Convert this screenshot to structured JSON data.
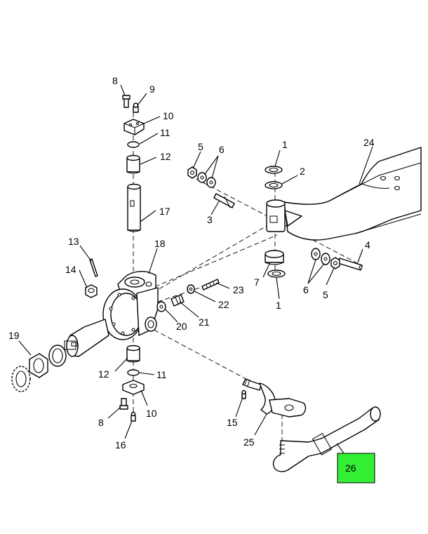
{
  "callouts": {
    "c1_top": "1",
    "c2": "2",
    "c3": "3",
    "c4": "4",
    "c5_top": "5",
    "c6_top": "6",
    "c7": "7",
    "c1_bottom": "1",
    "c6_bottom": "6",
    "c5_bottom": "5",
    "c8_top": "8",
    "c9": "9",
    "c10_top": "10",
    "c11_top": "11",
    "c12_top": "12",
    "c17": "17",
    "c13": "13",
    "c14": "14",
    "c18": "18",
    "c19": "19",
    "c20": "20",
    "c21": "21",
    "c22": "22",
    "c23": "23",
    "c24": "24",
    "c12_bottom": "12",
    "c11_bottom": "11",
    "c10_bottom": "10",
    "c8_bottom": "8",
    "c16": "16",
    "c15": "15",
    "c25": "25",
    "c26": "26"
  },
  "highlight": {
    "part_number": "26",
    "color": "#33ee33"
  }
}
